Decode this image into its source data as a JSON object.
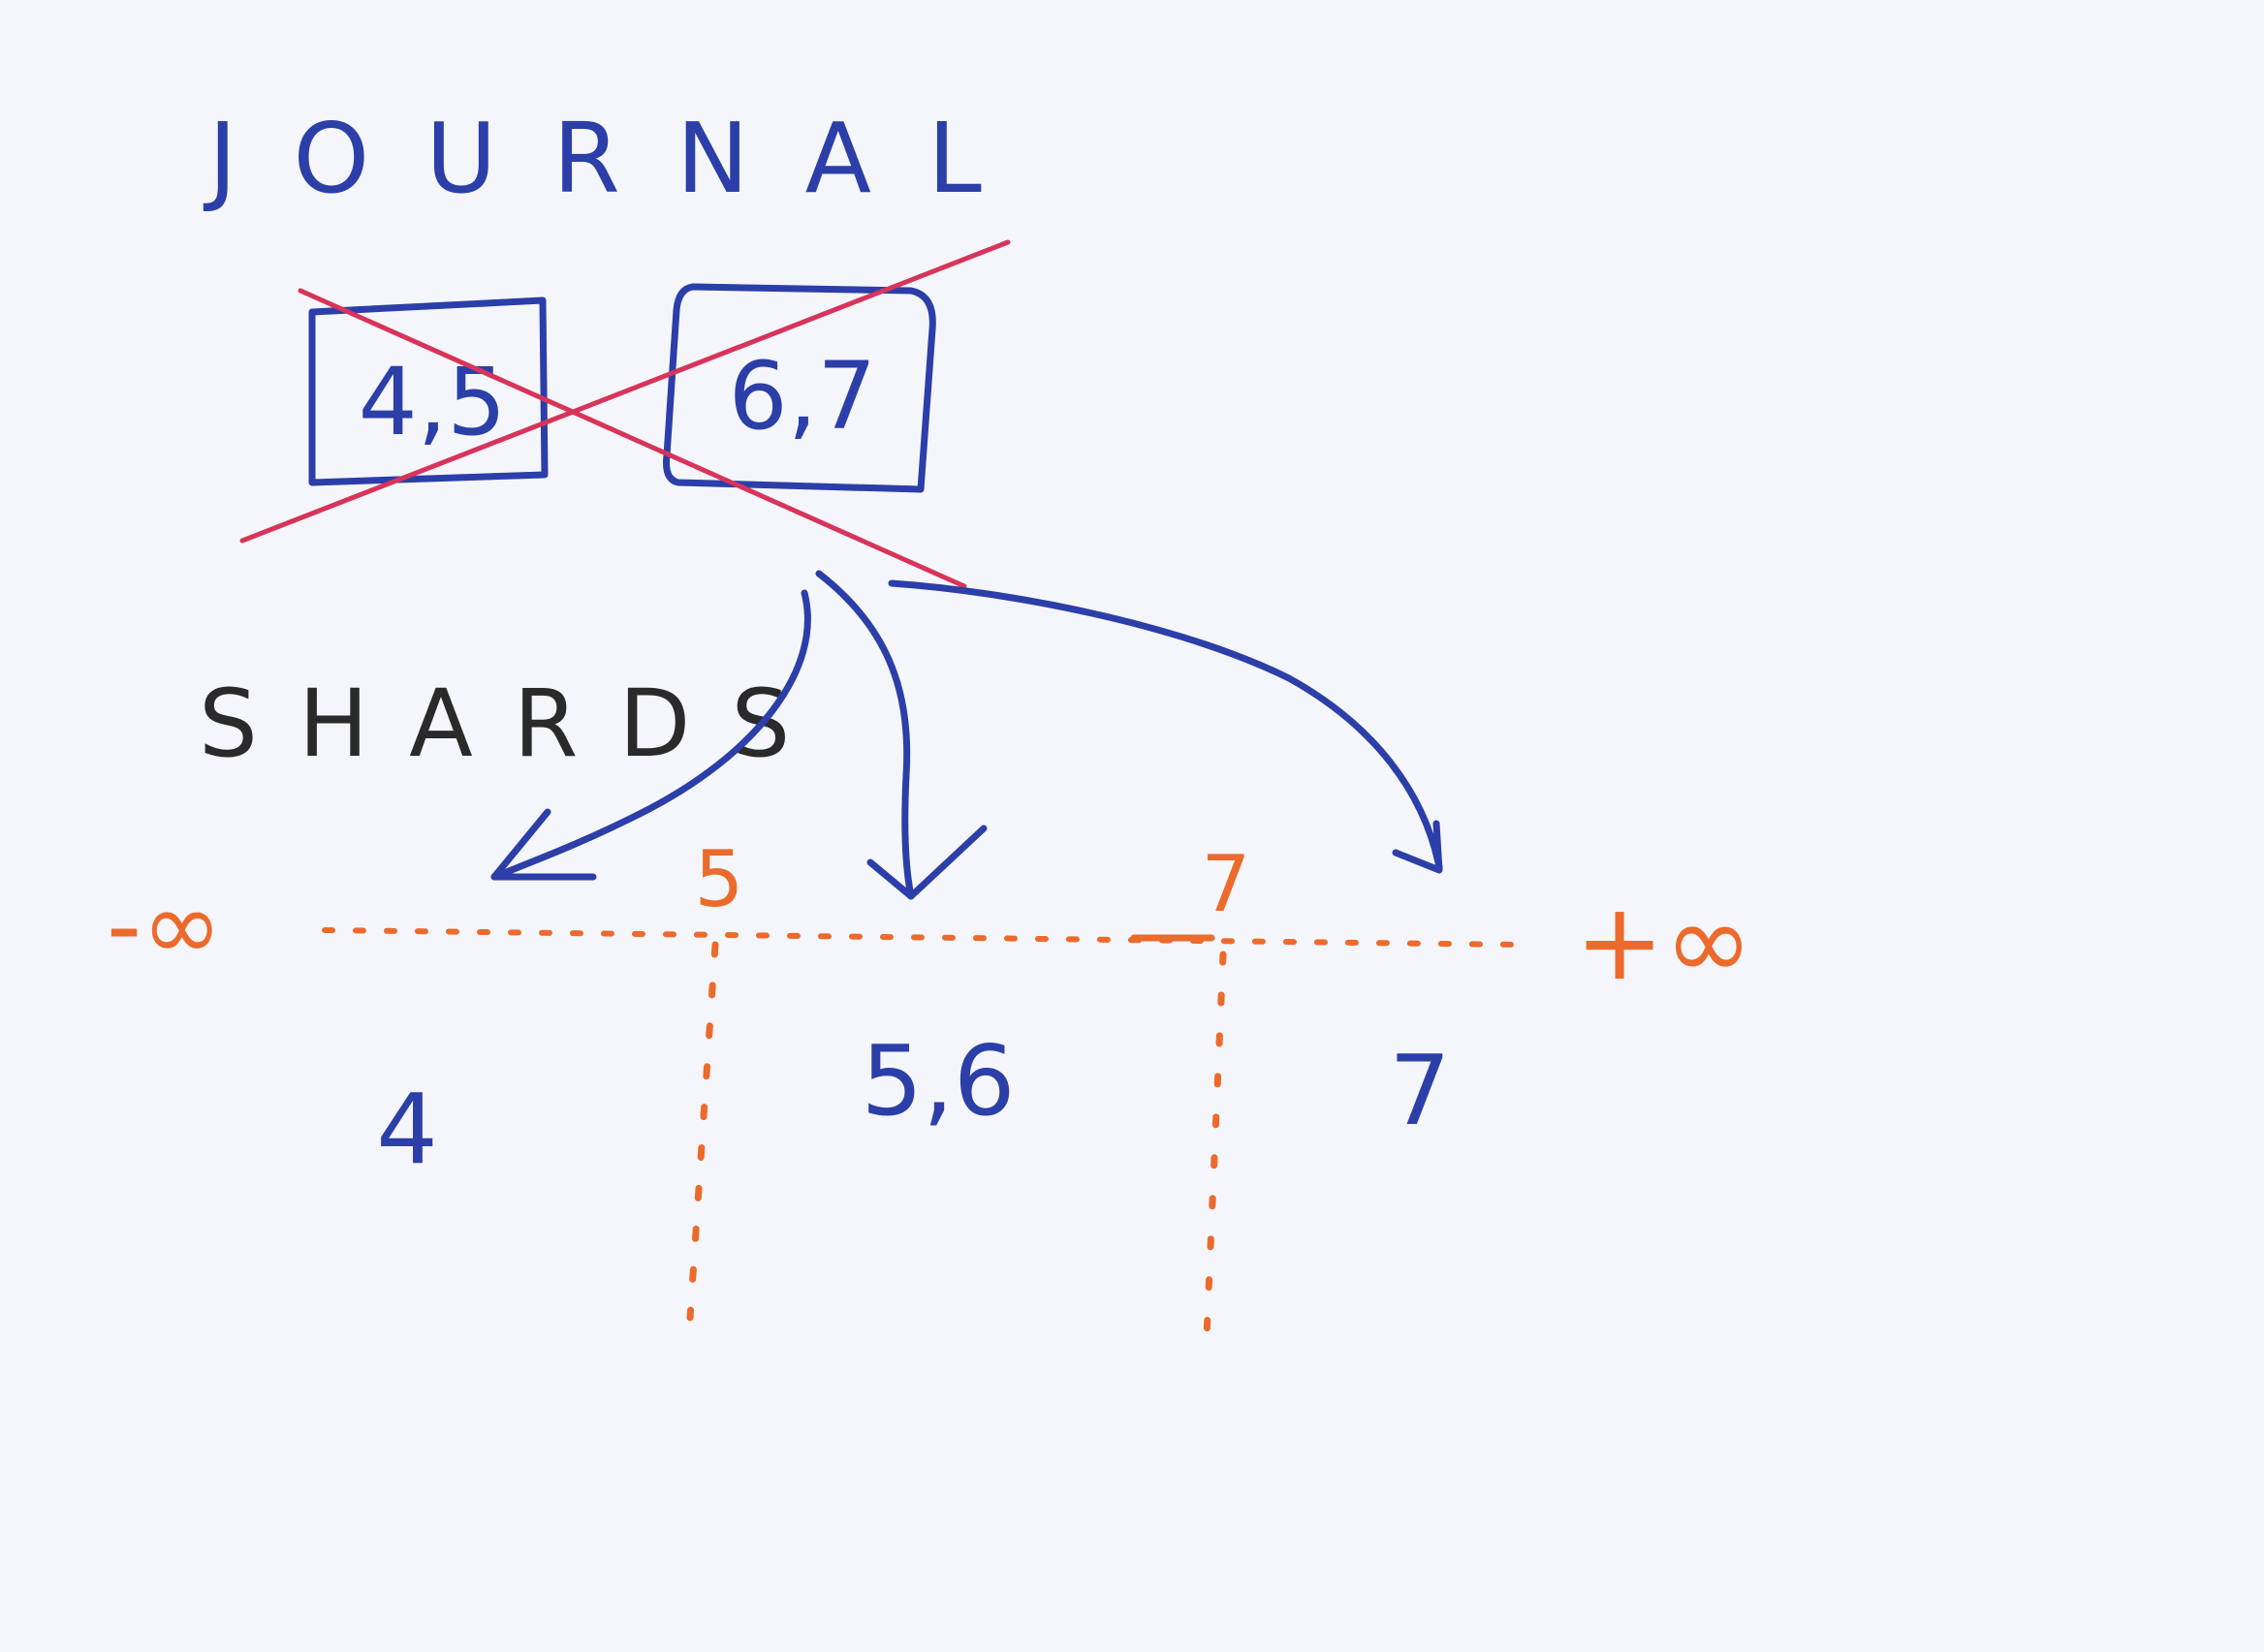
{
  "colors": {
    "paper": "#f4f6fb",
    "blue_ink": "#2c3ea8",
    "black_ink": "#2a2a2a",
    "red_ink": "#d8345a",
    "orange_ink": "#ec6a2c"
  },
  "journal": {
    "title": "JOURNAL",
    "entries": [
      {
        "label": "4,5",
        "crossed_out": true
      },
      {
        "label": "6,7",
        "crossed_out": true
      }
    ]
  },
  "shards": {
    "title": "SHARDS",
    "axis": {
      "min_label": "-∞",
      "max_label": "+∞",
      "boundaries": [
        "5",
        "7"
      ]
    },
    "ranges": [
      {
        "values": "4"
      },
      {
        "values": "5,6"
      },
      {
        "values": "7"
      }
    ]
  }
}
